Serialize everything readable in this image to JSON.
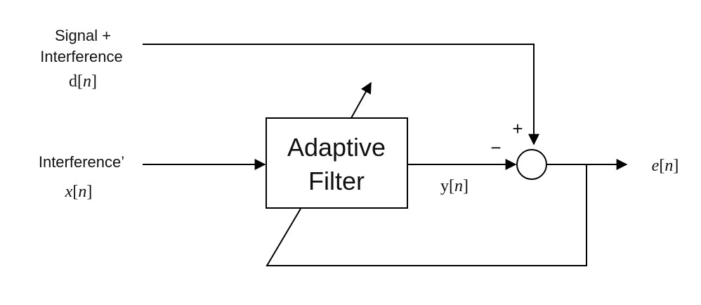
{
  "diagram": {
    "inputs": {
      "desired": {
        "label_line1": "Signal +",
        "label_line2": "Interference",
        "symbol_base": "d",
        "symbol_open": "[",
        "symbol_index": "n",
        "symbol_close": "]"
      },
      "reference": {
        "label": "Interference’",
        "symbol_base": "x",
        "symbol_open": "[",
        "symbol_index": "n",
        "symbol_close": "]"
      }
    },
    "filter": {
      "line1": "Adaptive",
      "line2": "Filter"
    },
    "output": {
      "symbol_base": "y",
      "symbol_open": "[",
      "symbol_index": "n",
      "symbol_close": "]"
    },
    "summer": {
      "plus_sign": "+",
      "minus_sign": "−"
    },
    "error": {
      "symbol_base": "e",
      "symbol_open": "[",
      "symbol_index": "n",
      "symbol_close": "]"
    }
  }
}
